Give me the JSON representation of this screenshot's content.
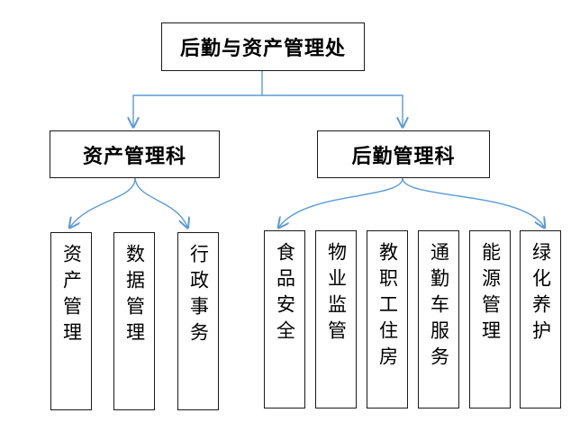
{
  "root": {
    "label": "后勤与资产管理处"
  },
  "departments": [
    {
      "label": "资产管理科",
      "children": [
        "资产管理",
        "数据管理",
        "行政事务"
      ]
    },
    {
      "label": "后勤管理科",
      "children": [
        "食品安全",
        "物业监管",
        "教职工住房",
        "通勤车服务",
        "能源管理",
        "绿化养护"
      ]
    }
  ],
  "colors": {
    "connector": "#5b9bd5",
    "border": "#1a1a1a"
  }
}
